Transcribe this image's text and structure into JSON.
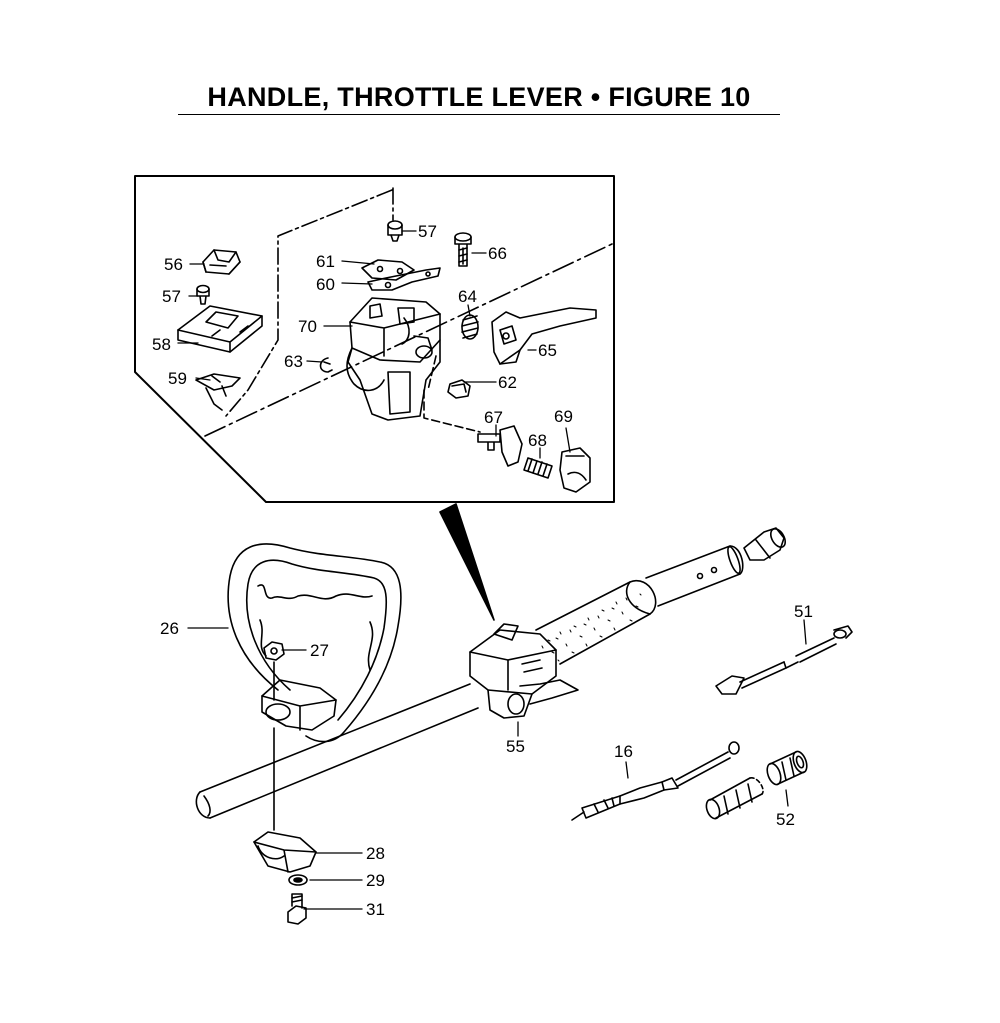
{
  "title": "HANDLE, THROTTLE LEVER  •  FIGURE 10",
  "callouts": {
    "p56": "56",
    "p57a": "57",
    "p57b": "57",
    "p58": "58",
    "p59": "59",
    "p60": "60",
    "p61": "61",
    "p62": "62",
    "p63": "63",
    "p64": "64",
    "p65": "65",
    "p66": "66",
    "p67": "67",
    "p68": "68",
    "p69": "69",
    "p70": "70",
    "p26": "26",
    "p27": "27",
    "p28": "28",
    "p29": "29",
    "p31": "31",
    "p55": "55",
    "p16": "16",
    "p51": "51",
    "p52": "52"
  }
}
